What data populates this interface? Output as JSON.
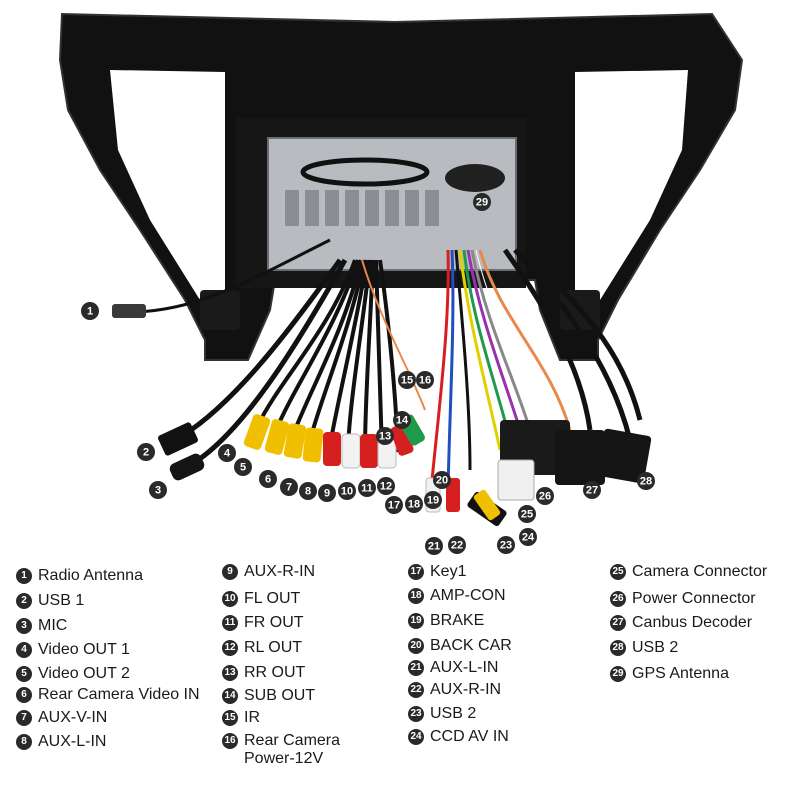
{
  "markers": [
    {
      "num": "1"
    },
    {
      "num": "2"
    },
    {
      "num": "3"
    },
    {
      "num": "4"
    },
    {
      "num": "5"
    },
    {
      "num": "6"
    },
    {
      "num": "7"
    },
    {
      "num": "8"
    },
    {
      "num": "9"
    },
    {
      "num": "10"
    },
    {
      "num": "11"
    },
    {
      "num": "12"
    },
    {
      "num": "13"
    },
    {
      "num": "14"
    },
    {
      "num": "15"
    },
    {
      "num": "16"
    },
    {
      "num": "17"
    },
    {
      "num": "18"
    },
    {
      "num": "19"
    },
    {
      "num": "20"
    },
    {
      "num": "21"
    },
    {
      "num": "22"
    },
    {
      "num": "23"
    },
    {
      "num": "24"
    },
    {
      "num": "25"
    },
    {
      "num": "26"
    },
    {
      "num": "27"
    },
    {
      "num": "28"
    },
    {
      "num": "29"
    }
  ],
  "legend": [
    {
      "num": "1",
      "label": "Radio Antenna"
    },
    {
      "num": "2",
      "label": "USB 1"
    },
    {
      "num": "3",
      "label": "MIC"
    },
    {
      "num": "4",
      "label": "Video OUT 1"
    },
    {
      "num": "5",
      "label": "Video OUT 2"
    },
    {
      "num": "6",
      "label": "Rear Camera Video IN"
    },
    {
      "num": "7",
      "label": "AUX-V-IN"
    },
    {
      "num": "8",
      "label": "AUX-L-IN"
    },
    {
      "num": "9",
      "label": "AUX-R-IN"
    },
    {
      "num": "10",
      "label": "FL OUT"
    },
    {
      "num": "11",
      "label": "FR OUT"
    },
    {
      "num": "12",
      "label": "RL OUT"
    },
    {
      "num": "13",
      "label": "RR OUT"
    },
    {
      "num": "14",
      "label": "SUB OUT"
    },
    {
      "num": "15",
      "label": "IR"
    },
    {
      "num": "16",
      "label": "Rear Camera\nPower-12V"
    },
    {
      "num": "17",
      "label": "Key1"
    },
    {
      "num": "18",
      "label": "AMP-CON"
    },
    {
      "num": "19",
      "label": "BRAKE"
    },
    {
      "num": "20",
      "label": "BACK CAR"
    },
    {
      "num": "21",
      "label": "AUX-L-IN"
    },
    {
      "num": "22",
      "label": "AUX-R-IN"
    },
    {
      "num": "23",
      "label": "USB 2"
    },
    {
      "num": "24",
      "label": "CCD AV IN"
    },
    {
      "num": "25",
      "label": "Camera Connector"
    },
    {
      "num": "26",
      "label": "Power Connector"
    },
    {
      "num": "27",
      "label": "Canbus Decoder"
    },
    {
      "num": "28",
      "label": "USB 2"
    },
    {
      "num": "29",
      "label": "GPS Antenna"
    }
  ]
}
